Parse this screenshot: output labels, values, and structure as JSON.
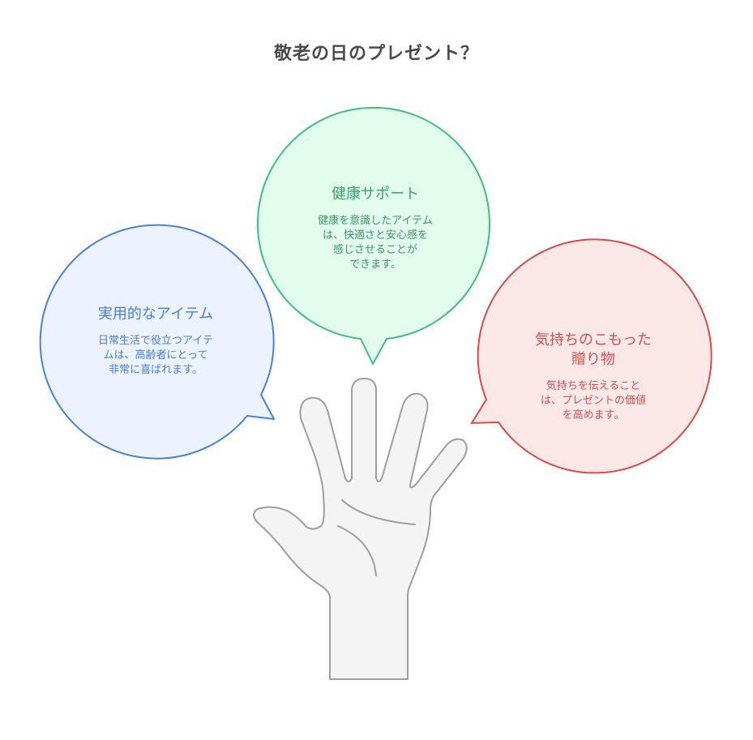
{
  "title": "敬老の日のプレゼント？",
  "colors": {
    "green_stroke": "#3dbf7d",
    "green_fill": "#e2fcee",
    "blue_stroke": "#4a80d9",
    "blue_fill": "#ecf3fe",
    "red_stroke": "#d94a4a",
    "red_fill": "#fde8e8",
    "hand_stroke": "#9e9e9e",
    "hand_fill": "#f4f4f4"
  },
  "bubbles": {
    "health": {
      "title": "健康サポート",
      "body_lines": [
        "健康を意識したアイテム",
        "は、快適さと安心感を",
        "感じさせることが",
        "できます。"
      ]
    },
    "practical": {
      "title": "実用的なアイテム",
      "body_lines": [
        "日常生活で役立つアイテ",
        "ムは、高齢者にとって",
        "非常に喜ばれます。"
      ]
    },
    "heartfelt": {
      "title_lines": [
        "気持ちのこもった",
        "贈り物"
      ],
      "body_lines": [
        "気持ちを伝えること",
        "は、プレゼントの価値",
        "を高めます。"
      ]
    }
  }
}
